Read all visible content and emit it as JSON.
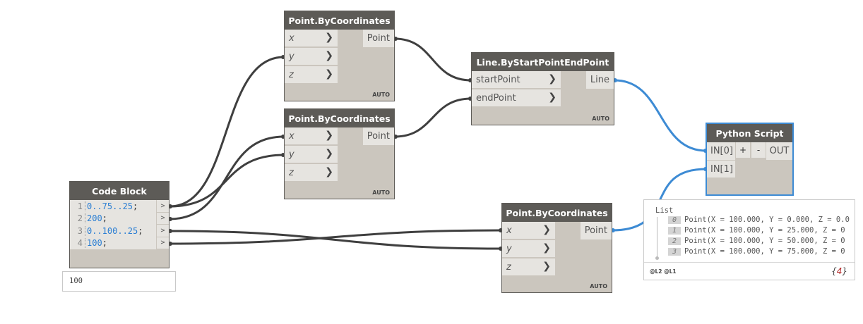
{
  "colors": {
    "wire_default": "#3f3f3f",
    "wire_selected": "#3d8bd4",
    "node_header": "#5d5b57",
    "node_body": "#cbc6be",
    "port_bg": "#e6e4e0",
    "code_text": "#2a7ed3"
  },
  "code_block": {
    "title": "Code Block",
    "lines": [
      {
        "num": "1",
        "code": "0..75..25",
        "semi": ";",
        "out": ">"
      },
      {
        "num": "2",
        "code": "200",
        "semi": ";",
        "out": ">"
      },
      {
        "num": "3",
        "code": "0..100..25",
        "semi": ";",
        "out": ">"
      },
      {
        "num": "4",
        "code": "100",
        "semi": ";",
        "out": ">"
      }
    ],
    "watch_value": "100"
  },
  "point_top": {
    "title": "Point.ByCoordinates",
    "inputs": [
      "x",
      "y",
      "z"
    ],
    "output": "Point",
    "lacing": "AUTO"
  },
  "point_mid": {
    "title": "Point.ByCoordinates",
    "inputs": [
      "x",
      "y",
      "z"
    ],
    "output": "Point",
    "lacing": "AUTO"
  },
  "point_bottom": {
    "title": "Point.ByCoordinates",
    "inputs": [
      "x",
      "y",
      "z"
    ],
    "output": "Point",
    "lacing": "AUTO"
  },
  "line_node": {
    "title": "Line.ByStartPointEndPoint",
    "inputs": [
      "startPoint",
      "endPoint"
    ],
    "output": "Line",
    "lacing": "AUTO"
  },
  "python": {
    "title": "Python Script",
    "inputs": [
      "IN[0]",
      "IN[1]"
    ],
    "add": "+",
    "remove": "-",
    "output": "OUT"
  },
  "preview": {
    "title": "List",
    "items": [
      {
        "index": "0",
        "text": "Point(X = 100.000, Y = 0.000, Z = 0.0"
      },
      {
        "index": "1",
        "text": "Point(X = 100.000, Y = 25.000, Z = 0"
      },
      {
        "index": "2",
        "text": "Point(X = 100.000, Y = 50.000, Z = 0"
      },
      {
        "index": "3",
        "text": "Point(X = 100.000, Y = 75.000, Z = 0"
      }
    ],
    "levels": "@L2 @L1",
    "count_open": "{",
    "count": "4",
    "count_close": "}"
  }
}
